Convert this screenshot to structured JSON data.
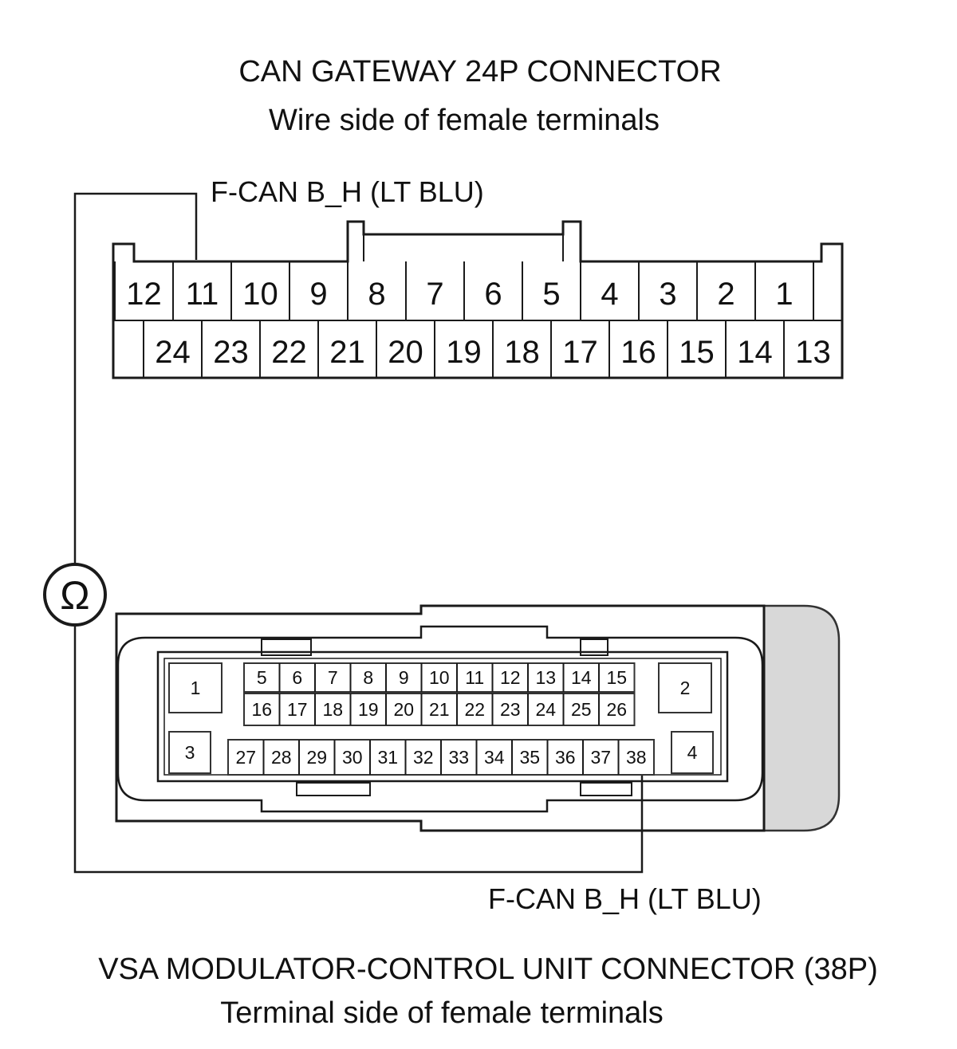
{
  "top_connector": {
    "title": "CAN GATEWAY 24P CONNECTOR",
    "subtitle": "Wire side of female terminals",
    "wire_label": "F-CAN B_H (LT BLU)",
    "row1": [
      "12",
      "11",
      "10",
      "9",
      "8",
      "7",
      "6",
      "5",
      "4",
      "3",
      "2",
      "1"
    ],
    "row2": [
      "24",
      "23",
      "22",
      "21",
      "20",
      "19",
      "18",
      "17",
      "16",
      "15",
      "14",
      "13"
    ]
  },
  "meter_symbol": "Ω",
  "bottom_connector": {
    "title": "VSA MODULATOR-CONTROL UNIT CONNECTOR (38P)",
    "subtitle": "Terminal side of female terminals",
    "wire_label": "F-CAN B_H (LT BLU)",
    "big_pins": [
      "1",
      "2",
      "3",
      "4"
    ],
    "row1": [
      "5",
      "6",
      "7",
      "8",
      "9",
      "10",
      "11",
      "12",
      "13",
      "14",
      "15"
    ],
    "row2": [
      "16",
      "17",
      "18",
      "19",
      "20",
      "21",
      "22",
      "23",
      "24",
      "25",
      "26"
    ],
    "row3": [
      "27",
      "28",
      "29",
      "30",
      "31",
      "32",
      "33",
      "34",
      "35",
      "36",
      "37",
      "38"
    ]
  }
}
